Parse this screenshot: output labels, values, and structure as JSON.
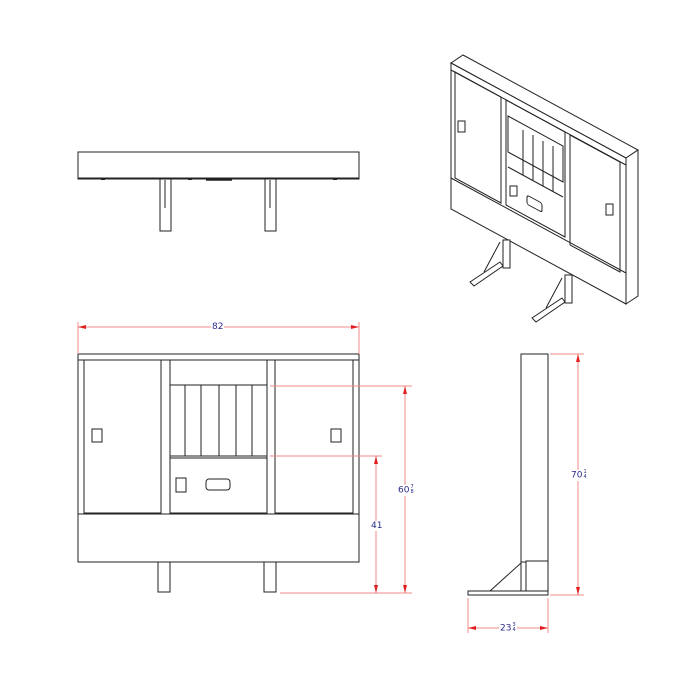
{
  "drawing": {
    "views": [
      {
        "name": "top-view"
      },
      {
        "name": "isometric-view"
      },
      {
        "name": "front-view"
      },
      {
        "name": "side-view"
      }
    ],
    "dimensions": {
      "overall_width": {
        "whole": "82",
        "num": "",
        "den": ""
      },
      "overall_height_front": {
        "whole": "60",
        "num": "7",
        "den": "8"
      },
      "cabinet_lower_height": {
        "whole": "41",
        "num": "",
        "den": ""
      },
      "overall_height_side": {
        "whole": "70",
        "num": "1",
        "den": "4"
      },
      "depth": {
        "whole": "23",
        "num": "3",
        "den": "4"
      }
    },
    "colors": {
      "line": "#222222",
      "dimension_line": "#f08a8a",
      "arrow": "#e02020",
      "dimension_text": "#2b2b8a"
    }
  }
}
